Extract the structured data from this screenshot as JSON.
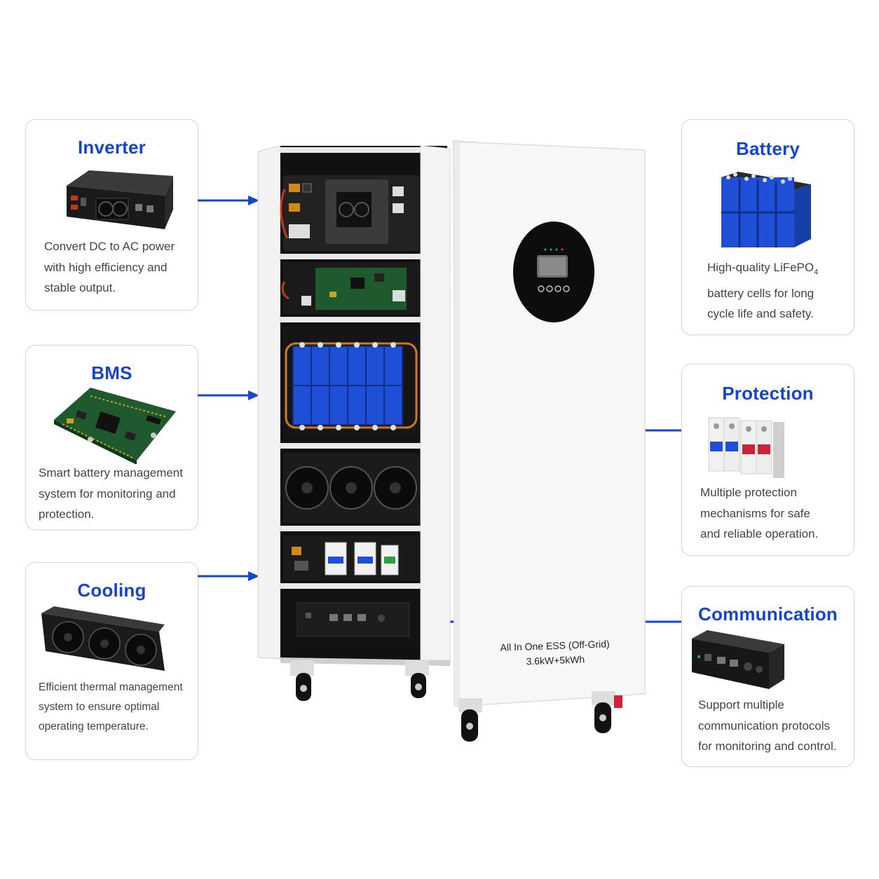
{
  "colors": {
    "accent": "#1546c8",
    "border": "#d9d9d9",
    "text": "#444444",
    "battery_blue": "#1f4fd6"
  },
  "cards": {
    "inverter": {
      "title": "Inverter",
      "desc": "Convert DC to AC power\nwith high efficiency and\nstable output.",
      "icon": "inverter-icon"
    },
    "bms": {
      "title": "BMS",
      "desc": "Smart battery management\nsystem for monitoring and\nprotection.",
      "icon": "circuit-board-icon"
    },
    "cooling": {
      "title": "Cooling",
      "desc": "Efficient thermal management\nsystem to ensure optimal\noperating temperature.",
      "icon": "fan-icon"
    },
    "battery": {
      "title": "Battery",
      "desc_line1": "High-quality LiFePO",
      "desc_sub": "4",
      "desc_rest": "\nbattery cells for long\ncycle life and safety.",
      "icon": "battery-cells-icon"
    },
    "protection": {
      "title": "Protection",
      "desc": "Multiple protection\nmechanisms for safe\nand reliable operation.",
      "icon": "circuit-breaker-icon"
    },
    "communication": {
      "title": "Communication",
      "desc": "Support multiple\ncommunication protocols\nfor monitoring and control.",
      "icon": "communication-module-icon"
    }
  },
  "product": {
    "label_line1": "All In One ESS (Off-Grid)",
    "label_line2": "3.6kW+5kWh"
  }
}
